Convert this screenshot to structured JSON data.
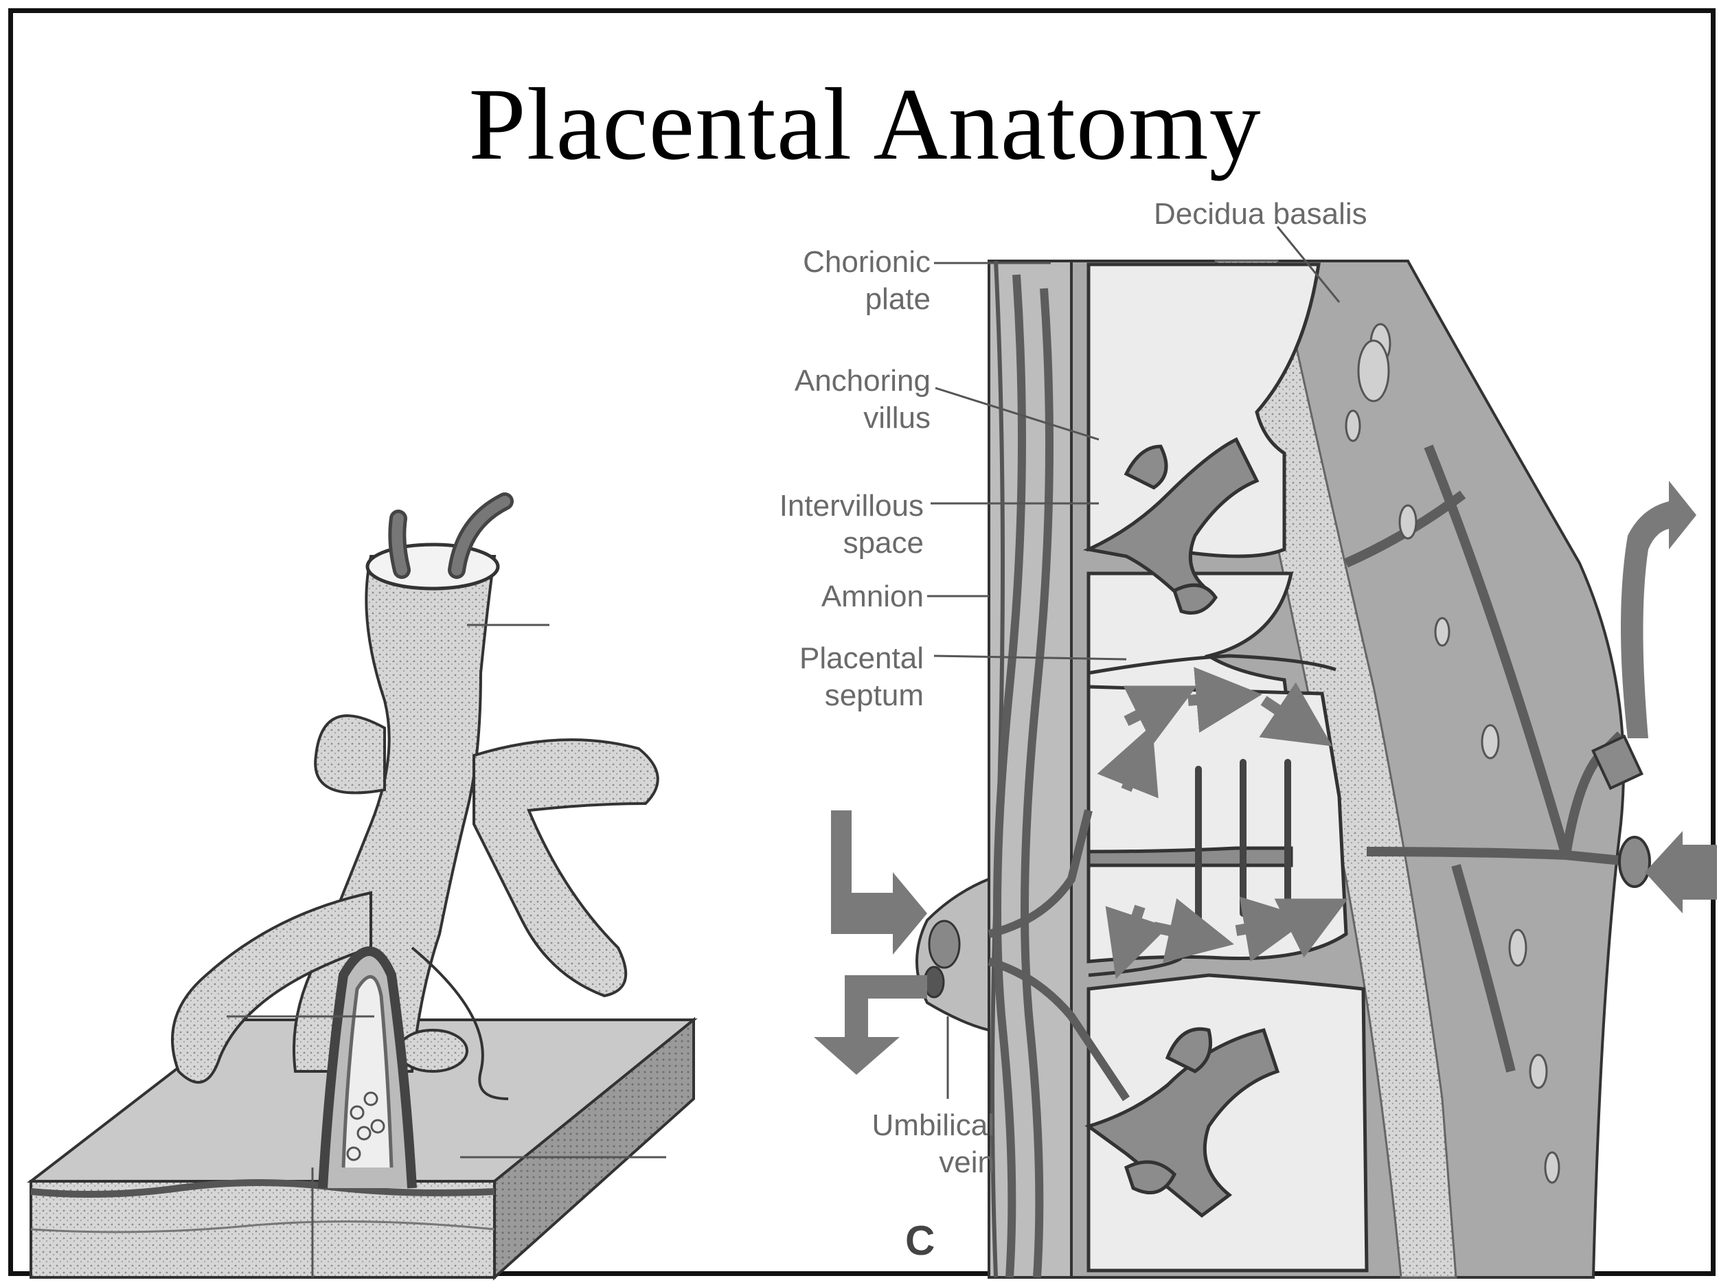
{
  "slide": {
    "title": "Placental Anatomy"
  },
  "labels": {
    "decidua_basalis": "Decidua basalis",
    "chorionic_plate": [
      "Chorionic",
      "plate"
    ],
    "anchoring_villus": [
      "Anchoring",
      "villus"
    ],
    "intervillous_space": [
      "Intervillous",
      "space"
    ],
    "amnion": "Amnion",
    "placental_septum": [
      "Placental",
      "septum"
    ],
    "umbilical_vein": [
      "Umbilical",
      "vein"
    ],
    "panel_letter": "C"
  },
  "colors": {
    "tissue_gray": "#a9a9a9",
    "dark_vessel": "#5d5d5d",
    "light_gray": "#c8c8c8",
    "intervillous_fill": "#ececec",
    "frame": "#111111"
  }
}
